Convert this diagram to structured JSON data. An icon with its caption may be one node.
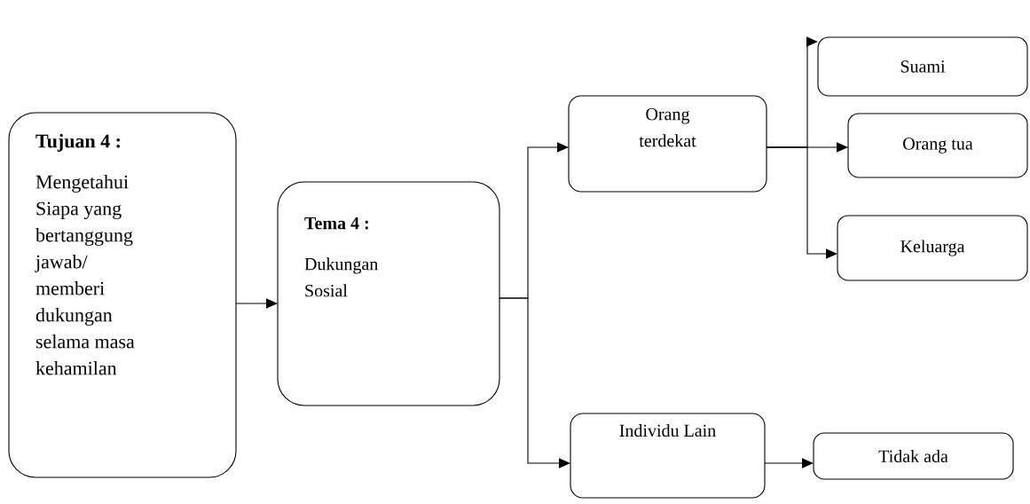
{
  "diagram": {
    "nodes": [
      {
        "text": [
          "Tujuan 4 :",
          "Mengetahui Siapa yang bertanggung jawab/ memberi dukungan selama masa kehamilan"
        ]
      },
      {
        "text": [
          "Tema 4 :",
          "Dukungan Sosial"
        ]
      },
      {
        "text": [
          "Orang terdekat"
        ]
      },
      {
        "text": [
          "Individu Lain"
        ]
      },
      {
        "text": [
          "Suami"
        ]
      },
      {
        "text": [
          "Orang tua"
        ]
      },
      {
        "text": [
          "Keluarga"
        ]
      },
      {
        "text": [
          "Tidak ada"
        ]
      }
    ],
    "edges": [
      {
        "from": 0,
        "to": 1,
        "arrow": "to"
      },
      {
        "from": 1,
        "to": 2,
        "arrow": "to"
      },
      {
        "from": 1,
        "to": 3,
        "arrow": "to"
      },
      {
        "from": 2,
        "to": 4,
        "arrow": "to"
      },
      {
        "from": 2,
        "to": 5,
        "arrow": "to"
      },
      {
        "from": 2,
        "to": 6,
        "arrow": "to"
      },
      {
        "from": 3,
        "to": 7,
        "arrow": "to"
      }
    ]
  }
}
